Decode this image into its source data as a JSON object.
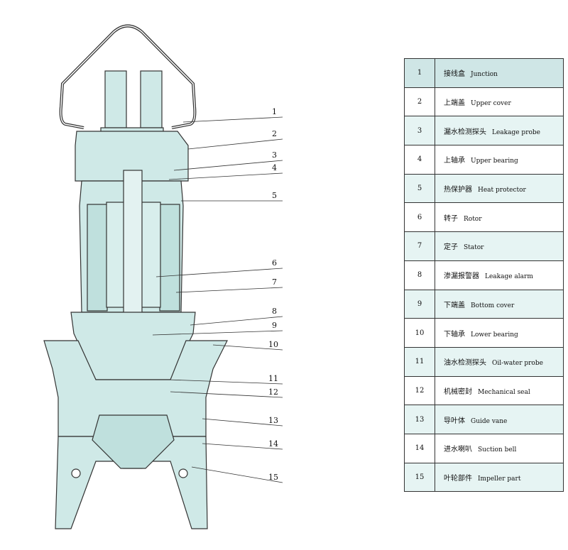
{
  "callouts": [
    "1",
    "2",
    "3",
    "4",
    "5",
    "6",
    "7",
    "8",
    "9",
    "10",
    "11",
    "12",
    "13",
    "14",
    "15"
  ],
  "parts": [
    {
      "no": "1",
      "zh": "接线盒",
      "en": "Junction"
    },
    {
      "no": "2",
      "zh": "上端盖",
      "en": "Upper cover"
    },
    {
      "no": "3",
      "zh": "漏水检测探头",
      "en": "Leakage probe"
    },
    {
      "no": "4",
      "zh": "上轴承",
      "en": "Upper bearing"
    },
    {
      "no": "5",
      "zh": "热保护器",
      "en": "Heat protector"
    },
    {
      "no": "6",
      "zh": "转子",
      "en": "Rotor"
    },
    {
      "no": "7",
      "zh": "定子",
      "en": "Stator"
    },
    {
      "no": "8",
      "zh": "渗漏报警器",
      "en": "Leakage alarm"
    },
    {
      "no": "9",
      "zh": "下端盖",
      "en": "Bottom cover"
    },
    {
      "no": "10",
      "zh": "下轴承",
      "en": "Lower bearing"
    },
    {
      "no": "11",
      "zh": "油水检测探头",
      "en": "Oil-water probe"
    },
    {
      "no": "12",
      "zh": "机械密封",
      "en": "Mechanical seal"
    },
    {
      "no": "13",
      "zh": "导叶体",
      "en": "Guide vane"
    },
    {
      "no": "14",
      "zh": "进水喇叭",
      "en": "Suction bell"
    },
    {
      "no": "15",
      "zh": "叶轮部件",
      "en": "Impeller part"
    }
  ],
  "colors": {
    "fill": "#cfe9e7",
    "line": "#333333",
    "row_shaded": "#e6f4f3",
    "row_first": "#cfe6e6"
  }
}
